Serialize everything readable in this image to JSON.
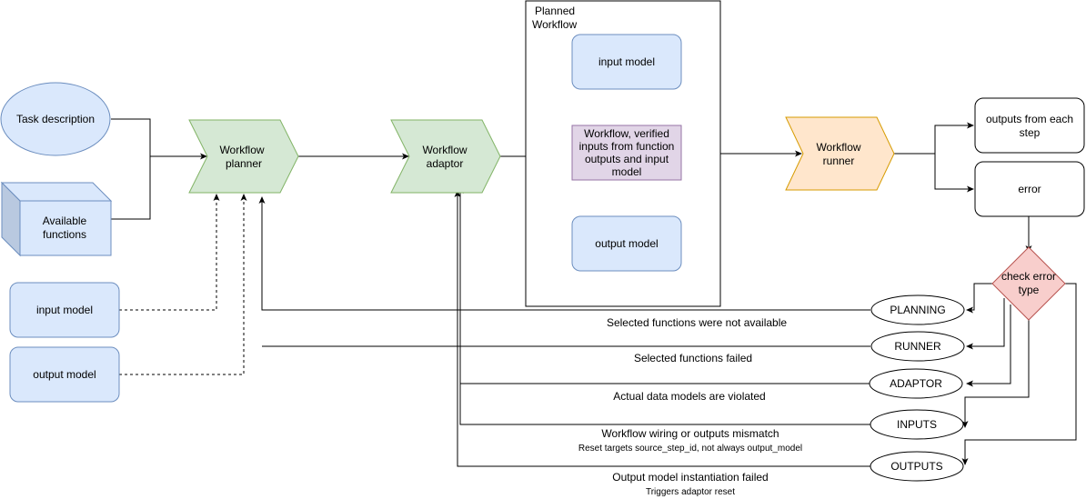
{
  "nodes": {
    "task_description": "Task description",
    "available_functions": [
      "Available",
      "functions"
    ],
    "input_model_left": "input model",
    "output_model_left": "output model",
    "workflow_planner": [
      "Workflow",
      "planner"
    ],
    "workflow_adaptor": [
      "Workflow",
      "adaptor"
    ],
    "planned_workflow_title": [
      "Planned",
      "Workflow"
    ],
    "input_model_center": "input model",
    "workflow_verified": [
      "Workflow, verified",
      "inputs from function",
      "outputs and input",
      "model"
    ],
    "output_model_center": "output model",
    "workflow_runner": [
      "Workflow",
      "runner"
    ],
    "outputs_each_step": [
      "outputs from each",
      "step"
    ],
    "error": "error",
    "check_error_type": [
      "check error",
      "type"
    ]
  },
  "error_types": {
    "planning": "PLANNING",
    "runner": "RUNNER",
    "adaptor": "ADAPTOR",
    "inputs": "INPUTS",
    "outputs": "OUTPUTS"
  },
  "edge_labels": {
    "planning": "Selected functions were not available",
    "runner": "Selected functions failed",
    "adaptor": "Actual data models are violated",
    "inputs": "Workflow wiring or outputs mismatch",
    "inputs_note": "Reset targets source_step_id, not always output_model",
    "outputs": "Output model instantiation failed",
    "outputs_note": "Triggers adaptor reset"
  },
  "colors": {
    "blue_fill": "#dae8fc",
    "blue_stroke": "#6c8ebf",
    "green_fill": "#d5e8d4",
    "green_stroke": "#82b366",
    "purple_fill": "#e1d5e7",
    "purple_stroke": "#9673a6",
    "orange_fill": "#ffe6cc",
    "orange_stroke": "#d79b00",
    "red_fill": "#f8cecc",
    "red_stroke": "#b85450"
  }
}
